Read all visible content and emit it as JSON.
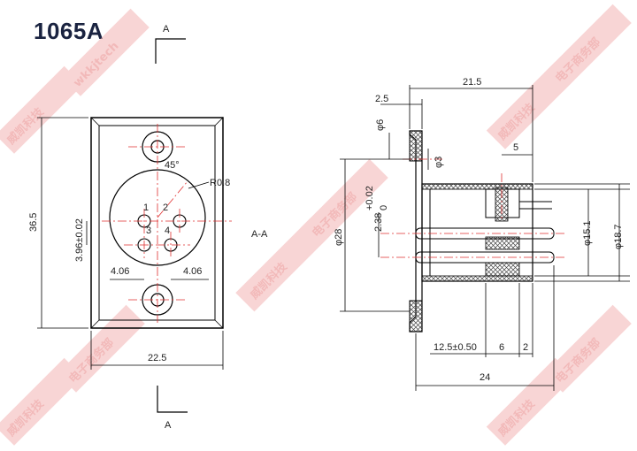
{
  "model": "1065A",
  "section_marks": {
    "top": "A",
    "bottom": "A",
    "view": "A-A"
  },
  "front_view": {
    "height": "36.5",
    "width": "22.5",
    "pin_offset": "3.96±0.02",
    "pin_spacing_left": "4.06",
    "pin_spacing_right": "4.06",
    "angle": "45°",
    "radius": "R0.8",
    "pins": [
      "1",
      "2",
      "3",
      "4"
    ]
  },
  "side_view": {
    "overall_length": "21.5",
    "flange_thickness": "2.5",
    "hole_dia": "φ6",
    "small_dia": "φ3",
    "offset_5": "5",
    "outer_dia": "φ28",
    "offset_tol": "2.38",
    "tol_upper": "+0.02",
    "tol_lower": "0",
    "dia_15": "φ15.1",
    "dia_18": "φ18.7",
    "len_12": "12.5±0.50",
    "len_6": "6",
    "len_2": "2",
    "len_24": "24"
  },
  "watermark": {
    "company": "威凯科技",
    "subtitle": "wkkjtech",
    "caption": "电子商务部"
  },
  "colors": {
    "line": "#000000",
    "center": "#e03030",
    "hatch": "#555555",
    "watermark": "#f0a0a0"
  }
}
